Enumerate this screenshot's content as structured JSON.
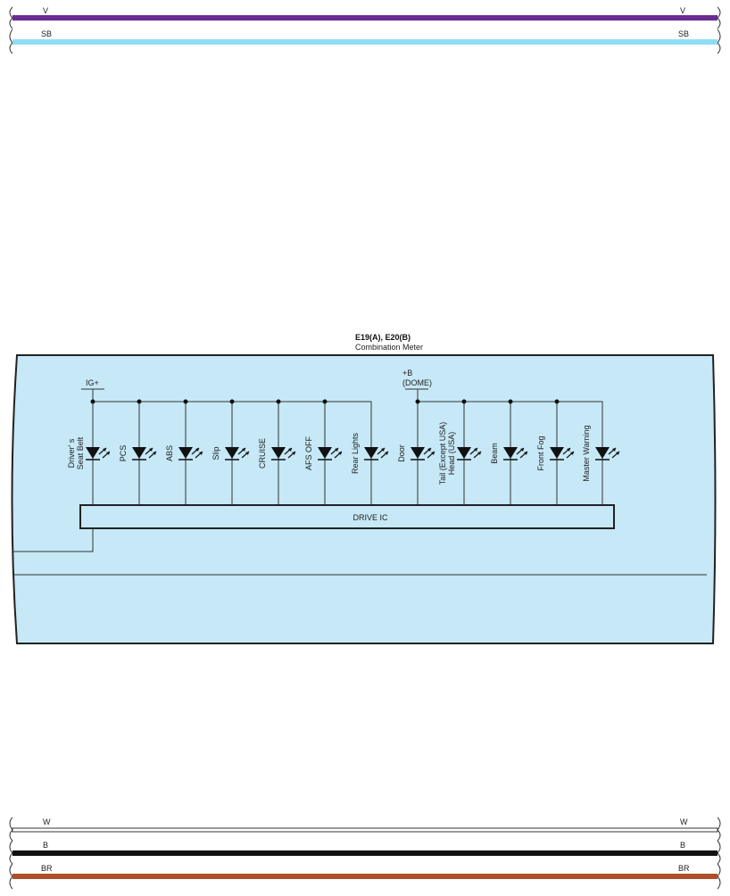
{
  "top_wires": [
    {
      "code_left": "V",
      "code_right": "V",
      "color": "#6a2c91"
    },
    {
      "code_left": "SB",
      "code_right": "SB",
      "color": "#8fdcf5"
    }
  ],
  "bottom_wires": [
    {
      "code_left": "W",
      "code_right": "W",
      "color": "#ffffff"
    },
    {
      "code_left": "B",
      "code_right": "B",
      "color": "#111111"
    },
    {
      "code_left": "BR",
      "code_right": "BR",
      "color": "#b0502a"
    }
  ],
  "component": {
    "connector": "E19(A), E20(B)",
    "name": "Combination Meter",
    "fill": "#c6e8f7",
    "drive_ic": "DRIVE IC"
  },
  "power": {
    "ig": "IG+",
    "b_line1": "+B",
    "b_line2": "(DOME)"
  },
  "indicators": [
    {
      "lines": [
        "Driver' s",
        "Seat Belt"
      ]
    },
    {
      "lines": [
        "PCS"
      ]
    },
    {
      "lines": [
        "ABS"
      ]
    },
    {
      "lines": [
        "Slip"
      ]
    },
    {
      "lines": [
        "CRUISE"
      ]
    },
    {
      "lines": [
        "AFS OFF"
      ]
    },
    {
      "lines": [
        "Rear Lights"
      ]
    },
    {
      "lines": [
        "Door"
      ]
    },
    {
      "lines": [
        "Tail (Except USA)",
        "Head (USA)"
      ]
    },
    {
      "lines": [
        "Beam"
      ]
    },
    {
      "lines": [
        "Front Fog"
      ]
    },
    {
      "lines": [
        "Master Warning"
      ]
    }
  ]
}
